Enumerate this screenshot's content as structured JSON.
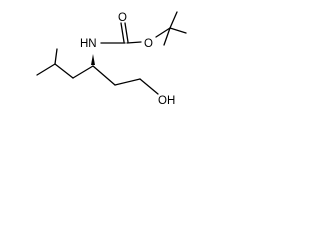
{
  "structure": {
    "atoms": {
      "nh": "HN",
      "oxygen_ester": "O",
      "oxygen_carbonyl": "O",
      "hydroxyl": "OH"
    }
  }
}
